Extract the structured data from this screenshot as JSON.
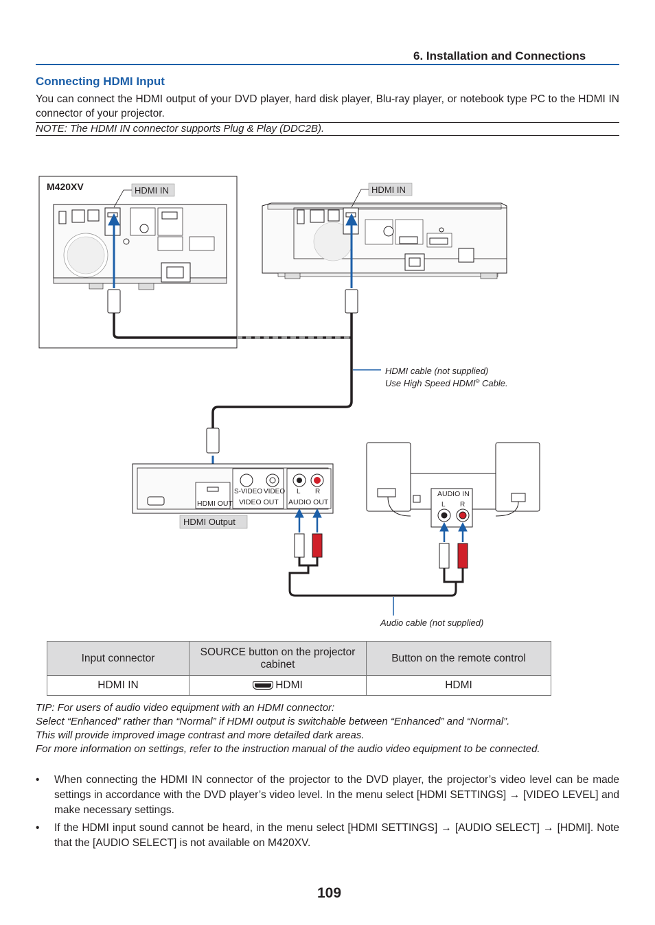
{
  "header": {
    "section_title": "6. Installation and Connections"
  },
  "heading": "Connecting HDMI Input",
  "intro": "You can connect the HDMI output of your DVD player, hard disk player, Blu-ray player, or notebook type PC to the HDMI IN connector of your projector.",
  "note": "NOTE: The HDMI IN connector supports Plug & Play (DDC2B).",
  "diagram": {
    "model_label": "M420XV",
    "hdmi_in_label": "HDMI IN",
    "hdmi_in_label_2": "HDMI IN",
    "cable_note_line1": "HDMI cable (not supplied)",
    "cable_note_line2_prefix": "Use High Speed HDMI",
    "cable_note_reg": "®",
    "cable_note_line2_suffix": " Cable.",
    "hdmi_output_label": "HDMI Output",
    "dvd_hdmi_out": "HDMI OUT",
    "dvd_svideo": "S-VIDEO",
    "dvd_video": "VIDEO",
    "dvd_video_out": "VIDEO OUT",
    "dvd_l": "L",
    "dvd_r": "R",
    "dvd_audio_out": "AUDIO OUT",
    "spk_audio_in": "AUDIO IN",
    "spk_l": "L",
    "spk_r": "R",
    "audio_cable_note": "Audio cable (not supplied)"
  },
  "table": {
    "headers": [
      "Input connector",
      "SOURCE button on the projector cabinet",
      "Button on the remote control"
    ],
    "row": [
      "HDMI IN",
      "HDMI",
      "HDMI"
    ]
  },
  "tip": [
    "TIP: For users of audio video equipment with an HDMI connector:",
    "Select “Enhanced” rather than “Normal” if HDMI output is switchable between “Enhanced” and “Normal”.",
    "This will provide improved image contrast and more detailed dark areas.",
    "For more information on settings, refer to the instruction manual of the audio video equipment to be connected."
  ],
  "bullets": [
    "When connecting the HDMI IN connector of the projector to the DVD player, the projector’s video level can be made settings in accordance with the DVD player’s video level. In the menu select [HDMI SETTINGS] → [VIDEO LEVEL] and make necessary settings.",
    "If the HDMI input sound cannot be heard, in the menu select [HDMI SETTINGS] → [AUDIO SELECT] → [HDMI]. Note that the [AUDIO SELECT] is not available on M420XV."
  ],
  "bullet_symbol": "•",
  "page_number": "109",
  "colors": {
    "accent": "#1c5fa8",
    "label_bg": "#dcdcdd",
    "red_plug": "#d0202a"
  }
}
